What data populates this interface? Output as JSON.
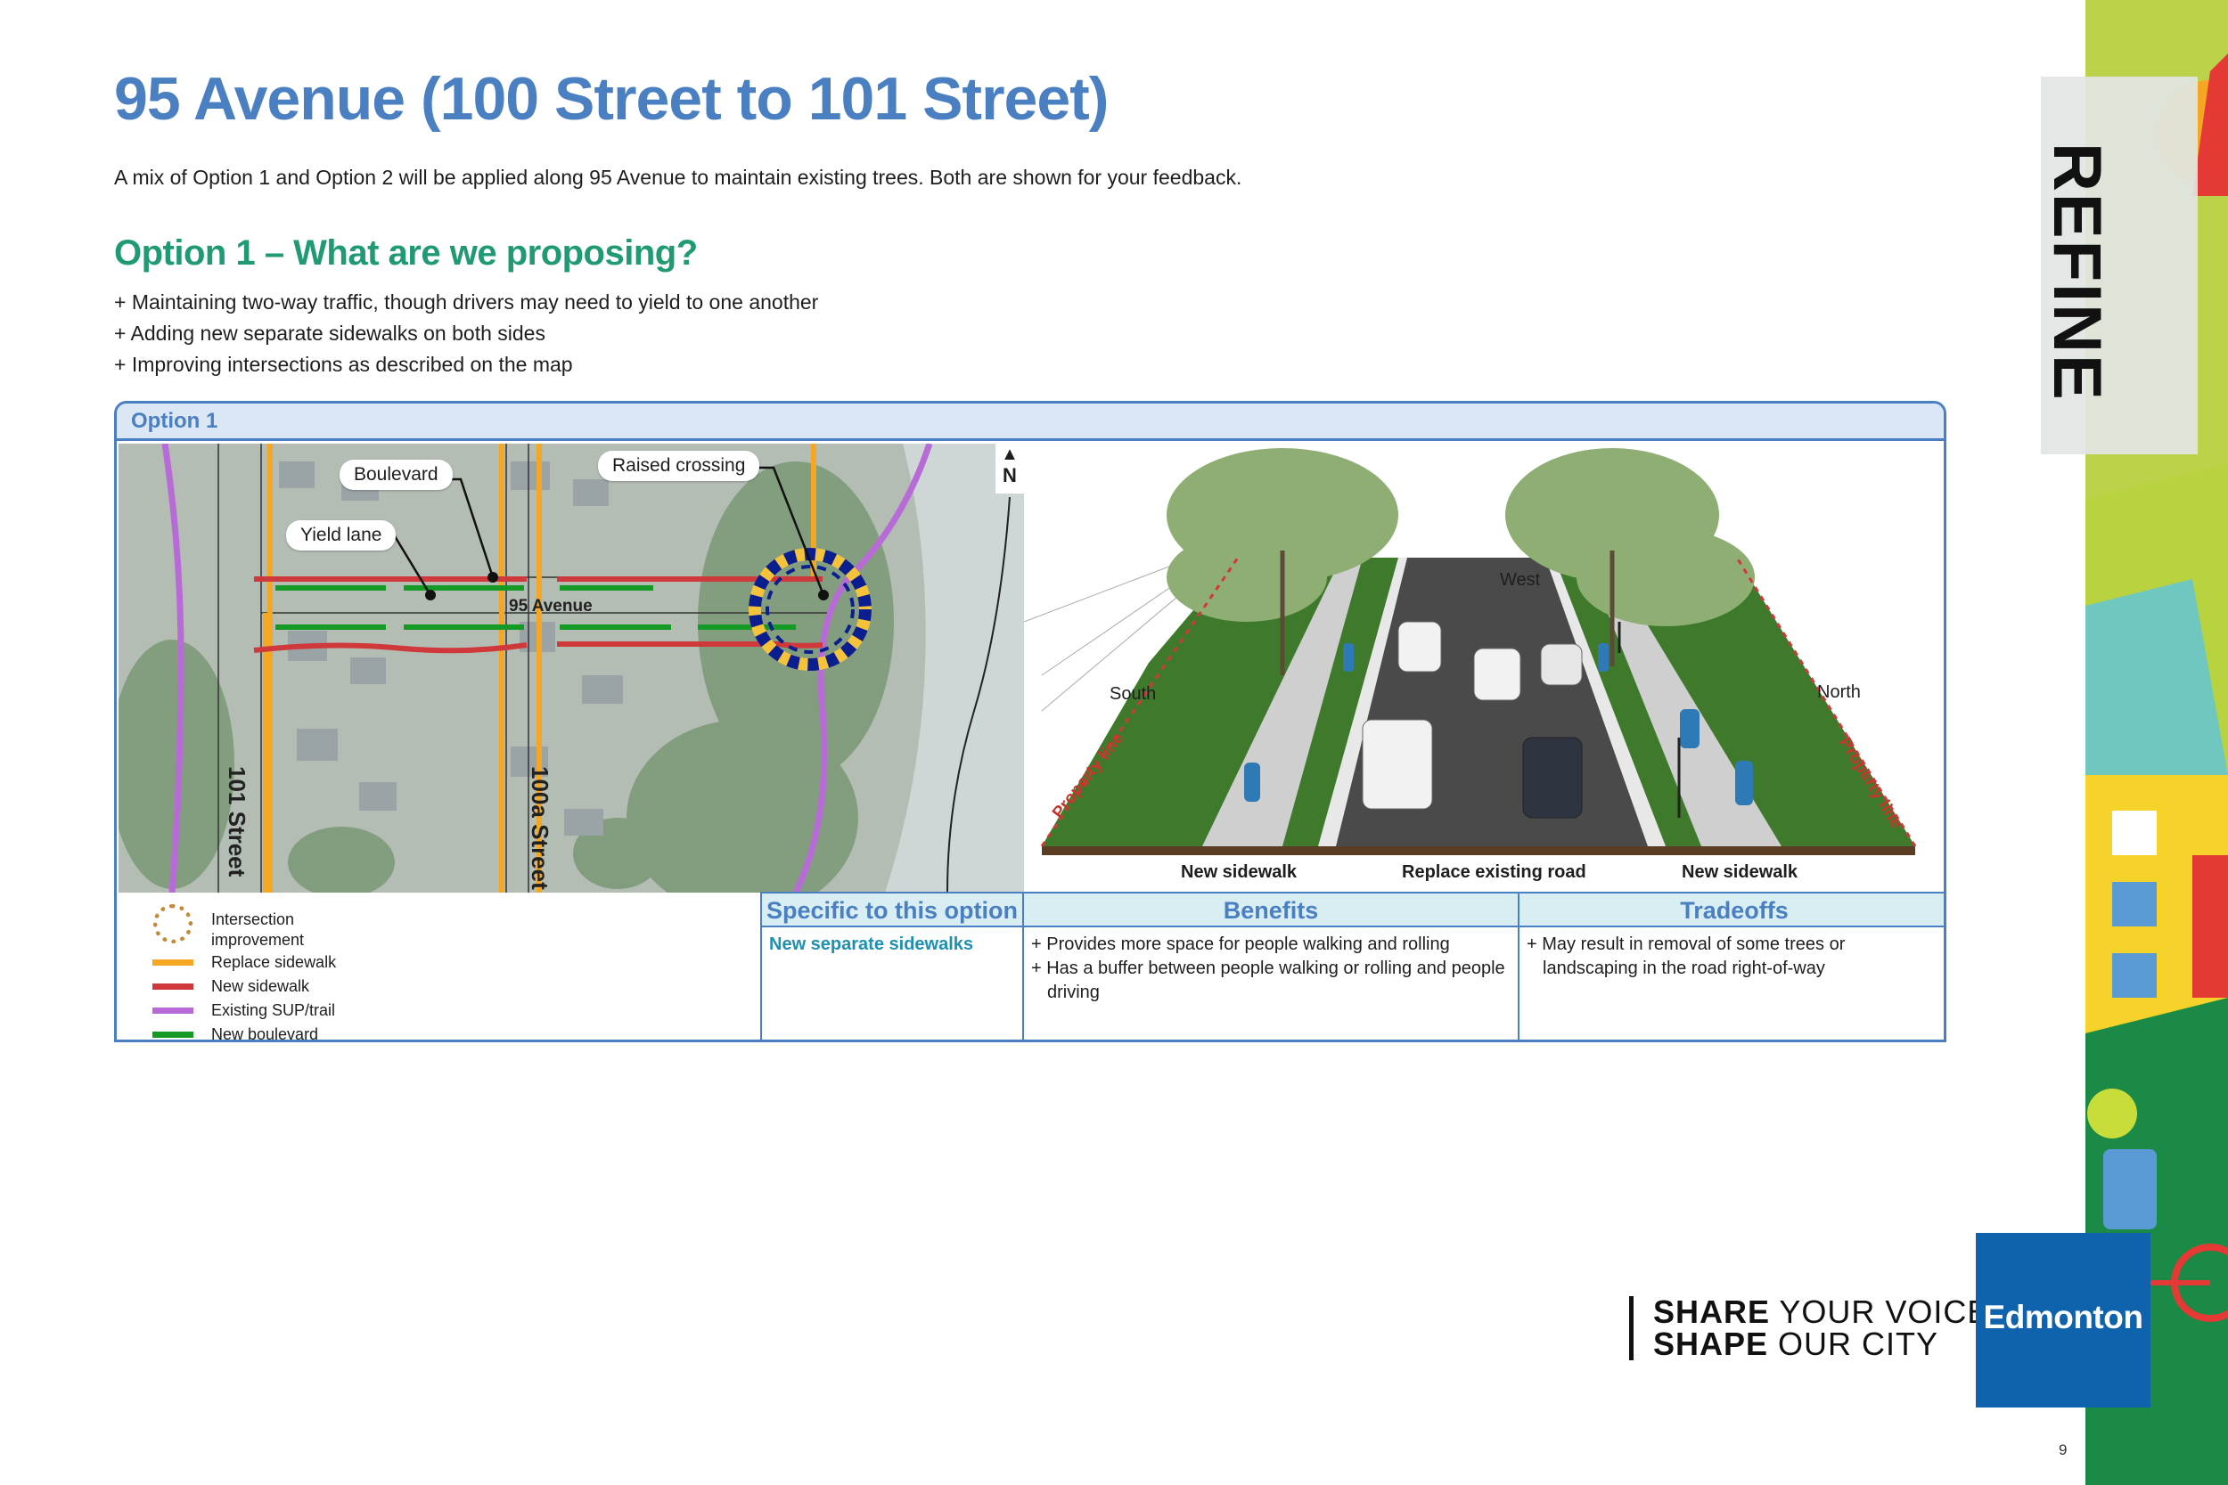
{
  "page": {
    "title": "95 Avenue (100 Street to 101 Street)",
    "intro": "A mix of Option 1 and Option 2 will be applied along 95 Avenue to maintain existing trees. Both are shown for your feedback.",
    "option_heading": "Option 1 – What are we proposing?",
    "bullets": [
      "+ Maintaining two-way traffic, though drivers may need to yield to one another",
      "+ Adding new separate sidewalks on both sides",
      "+ Improving intersections as described on the map"
    ],
    "page_number": "9"
  },
  "panel": {
    "tab_label": "Option 1",
    "map": {
      "callouts": {
        "boulevard": "Boulevard",
        "yield_lane": "Yield lane",
        "raised_crossing": "Raised crossing"
      },
      "streets": {
        "avenue": "95 Avenue",
        "street_101": "101 Street",
        "street_100a": "100a Street"
      },
      "north_label": "N"
    },
    "render": {
      "west": "West",
      "south": "South",
      "north": "North",
      "property_line": "Property line",
      "new_sidewalk": "New sidewalk",
      "replace_road": "Replace existing road"
    },
    "legend": [
      {
        "label": "Intersection improvement",
        "kind": "ring",
        "color": "#c28a3a"
      },
      {
        "label": "Replace sidewalk",
        "kind": "line",
        "color": "#f5a623"
      },
      {
        "label": "New sidewalk",
        "kind": "line",
        "color": "#d0393b"
      },
      {
        "label": "Existing SUP/trail",
        "kind": "line",
        "color": "#b86bd6"
      },
      {
        "label": "New boulevard",
        "kind": "line",
        "color": "#159a25"
      }
    ],
    "table": {
      "headers": [
        "Specific to this option",
        "Benefits",
        "Tradeoffs"
      ],
      "specific": "New separate sidewalks",
      "benefits": [
        "+ Provides more space for people walking and rolling",
        "+ Has a buffer between people walking or rolling and people driving"
      ],
      "tradeoffs": [
        "+ May result in removal of some trees or landscaping in the road right-of-way"
      ]
    }
  },
  "side": {
    "stage": "REFINE",
    "slogan_line1_bold": "SHARE",
    "slogan_line1_rest": " YOUR VOICE",
    "slogan_line2_bold": "SHAPE",
    "slogan_line2_rest": " OUR CITY",
    "logo": "Edmonton"
  },
  "colors": {
    "title_blue": "#4a7fc1",
    "heading_green": "#1f9a72",
    "logo_blue": "#0f63ad"
  }
}
